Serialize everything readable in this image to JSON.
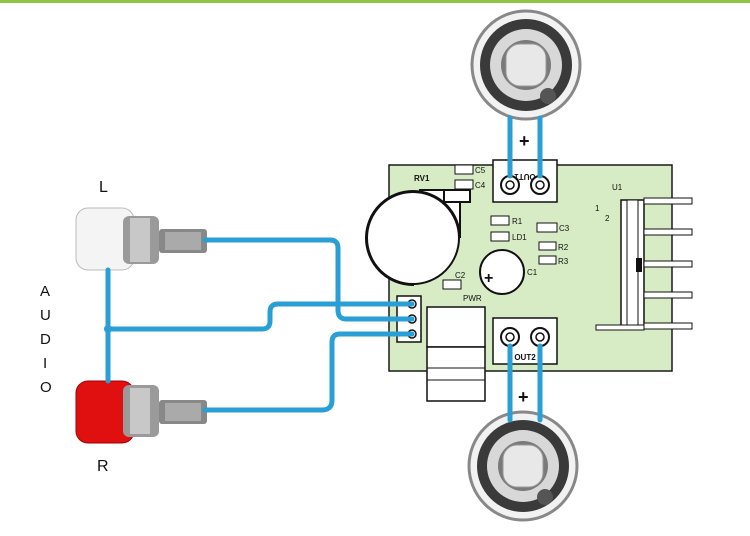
{
  "jack_labels": {
    "left": "L",
    "right": "R"
  },
  "audio_label": [
    "A",
    "U",
    "D",
    "I",
    "O"
  ],
  "speaker_polarity": {
    "top": "+",
    "bottom": "+"
  },
  "pcb_labels": {
    "rv1": "RV1",
    "c5": "C5",
    "c4": "C4",
    "out1": "OUT1",
    "r1": "R1",
    "ld1": "LD1",
    "c3": "C3",
    "r2": "R2",
    "r3": "R3",
    "c1": "C1",
    "c2": "C2",
    "u1": "U1",
    "pin1": "1",
    "pin2": "2",
    "pwr": "PWR",
    "out2": "OUT2",
    "cap_plus": "+"
  },
  "colors": {
    "top_bar": "#8dc63f",
    "pcb": "#d7ecc4",
    "wire": "#2a9fd6",
    "jack_left": "#f0f0f0",
    "jack_right": "#e01010"
  }
}
